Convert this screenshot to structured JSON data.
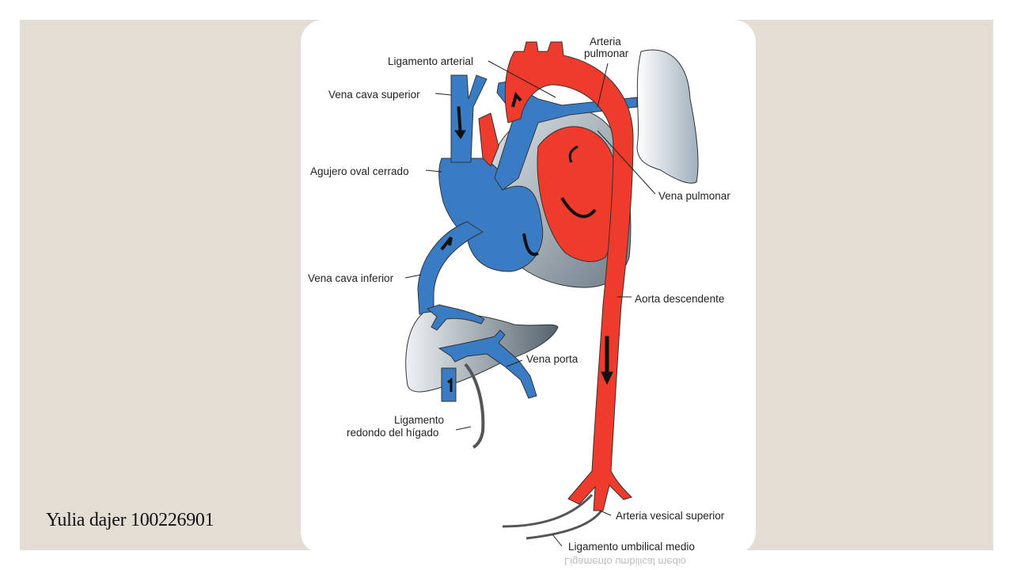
{
  "caption": "Yulia dajer 100226901",
  "labels": {
    "arteria": "Arteria",
    "pulmonar": "pulmonar",
    "ligamento_arterial": "Ligamento arterial",
    "vena_cava_superior": "Vena cava superior",
    "agujero_oval": "Agujero oval cerrado",
    "vena_pulmonar": "Vena pulmonar",
    "vena_cava_inferior": "Vena cava inferior",
    "aorta_descendente": "Aorta descendente",
    "vena_porta": "Vena porta",
    "ligamento": "Ligamento",
    "redondo": "redondo del hígado",
    "arteria_vesical": "Arteria vesical superior",
    "ligamento_umbilical": "Ligamento umbilical medio"
  },
  "colors": {
    "venous": "#3a7cc4",
    "arterial": "#ee3b2c",
    "organ": "#c9d3da",
    "slide_background": "#e3ddd3"
  }
}
